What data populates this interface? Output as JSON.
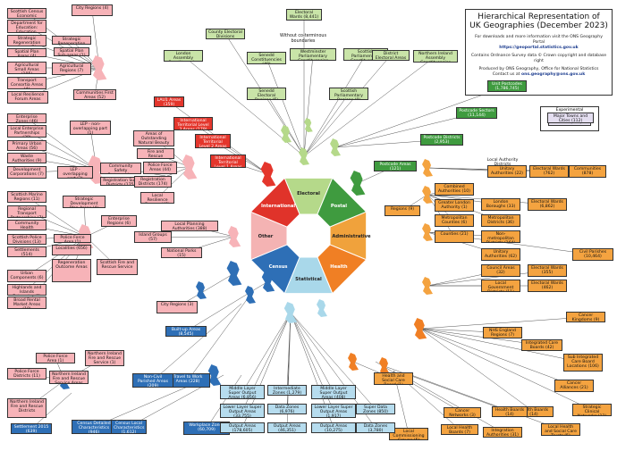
{
  "header": {
    "title_line1": "Hierarchical Representation of",
    "title_line2": "UK Geographies (December 2023)",
    "download_text": "For downloads and more information visit the ONS Geography Portal",
    "portal_link": "https://geoportal.statistics.gov.uk",
    "copyright_text": "Contains Ordnance Survey data © Crown copyright and database right",
    "producer_text": "Produced by ONS Geography, Office for National Statistics",
    "contact_prefix": "Contact us at",
    "contact_email": "ons.geography@ons.gov.uk"
  },
  "legend": {
    "label": "Experimental",
    "item": "Major Towns and Cities (112)"
  },
  "note": {
    "coterminous": "Without co-terminous boundaries"
  },
  "octagon": {
    "segments": [
      {
        "label": "Electoral",
        "color": "#b5d98a"
      },
      {
        "label": "Postal",
        "color": "#3f9b3f"
      },
      {
        "label": "Administrative",
        "color": "#f0a23c"
      },
      {
        "label": "Health",
        "color": "#f07f24"
      },
      {
        "label": "Statistical",
        "color": "#a9d8ea"
      },
      {
        "label": "Census",
        "color": "#2e6fb6"
      },
      {
        "label": "Other",
        "color": "#f4b3b3"
      },
      {
        "label": "International",
        "color": "#e0332a"
      }
    ]
  },
  "boxes": [
    {
      "text": "Scottish Census Economic Regions (3)",
      "cat": "pink"
    },
    {
      "text": "City Regions (4)",
      "cat": "pink"
    },
    {
      "text": "Department for Education: Education, Skills, Learning & Skills (9)",
      "cat": "pink"
    },
    {
      "text": "Strategic Regeneration Sub-areas (1)",
      "cat": "pink"
    },
    {
      "text": "Strategic Regeneration Areas (5)",
      "cat": "pink"
    },
    {
      "text": "Spatial Plan Sub-areas (1)",
      "cat": "pink"
    },
    {
      "text": "Spatial Plan Areas (4)",
      "cat": "pink"
    },
    {
      "text": "Agricultural Small Areas (185)",
      "cat": "pink"
    },
    {
      "text": "Agricultural Regions (7)",
      "cat": "pink"
    },
    {
      "text": "Transport Consortia Areas (4)",
      "cat": "pink"
    },
    {
      "text": "Communities First Areas (52)",
      "cat": "pink"
    },
    {
      "text": "Local Resilience Forum Areas",
      "cat": "pink"
    },
    {
      "text": "Enterprise Zones (46)",
      "cat": "pink"
    },
    {
      "text": "Local Enterprise Partnerships (38)",
      "cat": "pink"
    },
    {
      "text": "LEP - non-overlapping part (1)",
      "cat": "pink"
    },
    {
      "text": "Primary Urban Areas (56)",
      "cat": "pink"
    },
    {
      "text": "Waste Authorities (9)",
      "cat": "pink"
    },
    {
      "text": "Development Corporations (7)",
      "cat": "pink"
    },
    {
      "text": "LEP - overlapping part (2)",
      "cat": "pink"
    },
    {
      "text": "Community Safety Partnerships (308)",
      "cat": "pink"
    },
    {
      "text": "Registration Sub-Districts (175)",
      "cat": "pink"
    },
    {
      "text": "Scottish Marine Regions (11)",
      "cat": "pink"
    },
    {
      "text": "Strategic Development Plan Areas (4)",
      "cat": "pink"
    },
    {
      "text": "Regional Transport Partnerships (7)",
      "cat": "pink"
    },
    {
      "text": "Community Health Partnerships",
      "cat": "pink"
    },
    {
      "text": "Enterprise Regions (6)",
      "cat": "pink"
    },
    {
      "text": "Scottish Police Divisions (13)",
      "cat": "pink"
    },
    {
      "text": "Police Force Area (1)",
      "cat": "pink"
    },
    {
      "text": "Settlements (514)",
      "cat": "pink"
    },
    {
      "text": "Localities (656)",
      "cat": "pink"
    },
    {
      "text": "Scottish Fire and Rescue Service",
      "cat": "pink"
    },
    {
      "text": "Regeneration Outcome Areas",
      "cat": "pink"
    },
    {
      "text": "Urban Components (6)",
      "cat": "pink"
    },
    {
      "text": "Highlands and Islands Enterprise (5)",
      "cat": "pink"
    },
    {
      "text": "Broad Rental Market Areas (18)",
      "cat": "pink"
    },
    {
      "text": "Island Groups (57)",
      "cat": "pink"
    },
    {
      "text": "Local Planning Authorities (388)",
      "cat": "pink"
    },
    {
      "text": "National Parks (15)",
      "cat": "pink"
    },
    {
      "text": "City Regions (3)",
      "cat": "pink"
    },
    {
      "text": "Police Force Area (1)",
      "cat": "pink"
    },
    {
      "text": "Northern Ireland Fire and Rescue Service (1)",
      "cat": "pink"
    },
    {
      "text": "Police Force Districts (11)",
      "cat": "pink"
    },
    {
      "text": "Northern Ireland Fire and Rescue Service Areas",
      "cat": "pink"
    },
    {
      "text": "Northern Ireland Fire and Rescue Districts",
      "cat": "pink"
    },
    {
      "text": "Areas of Outstanding Natural Beauty (38)",
      "cat": "pink"
    },
    {
      "text": "Fire and Rescue Authorities (47)",
      "cat": "pink"
    },
    {
      "text": "Police Force Areas (44)",
      "cat": "pink"
    },
    {
      "text": "Registration Districts (174)",
      "cat": "pink"
    },
    {
      "text": "Local Resilience Forums (42)",
      "cat": "pink"
    },
    {
      "text": "LAU1 Areas (359)",
      "cat": "red"
    },
    {
      "text": "International Territorial Level 3 Areas (179)",
      "cat": "red"
    },
    {
      "text": "International Territorial Level 2 Areas (41)",
      "cat": "red"
    },
    {
      "text": "International Territorial Level 1 Areas (12)",
      "cat": "red"
    },
    {
      "text": "County Electoral Divisions (1,384)",
      "cat": "lightgreen"
    },
    {
      "text": "Electoral Wards (8,441)",
      "cat": "lightgreen"
    },
    {
      "text": "London Assembly Constituencies (14)",
      "cat": "lightgreen"
    },
    {
      "text": "Senedd Constituencies (40)",
      "cat": "lightgreen"
    },
    {
      "text": "Westminster Parliamentary Constituencies (650)",
      "cat": "lightgreen"
    },
    {
      "text": "Scottish Parliamentary Constituencies (73)",
      "cat": "lightgreen"
    },
    {
      "text": "District Electoral Areas (80)",
      "cat": "lightgreen"
    },
    {
      "text": "Northern Ireland Assembly Constituencies (18)",
      "cat": "lightgreen"
    },
    {
      "text": "Senedd Electoral Regions (5)",
      "cat": "lightgreen"
    },
    {
      "text": "Scottish Parliamentary Regions (8)",
      "cat": "lightgreen"
    },
    {
      "text": "Unit Postcodes (1,786,745)",
      "cat": "green"
    },
    {
      "text": "Postcode Sectors (11,144)",
      "cat": "green"
    },
    {
      "text": "Postcode Districts (2,953)",
      "cat": "green"
    },
    {
      "text": "Postcode Areas (121)",
      "cat": "green"
    },
    {
      "text": "Local Authority Districts",
      "cat": "label"
    },
    {
      "text": "Unitary Authorities (22)",
      "cat": "orange"
    },
    {
      "text": "Electoral Wards (762)",
      "cat": "orange"
    },
    {
      "text": "Communities (878)",
      "cat": "orange"
    },
    {
      "text": "Combined Authorities (10)",
      "cat": "orange"
    },
    {
      "text": "Greater London Authority (1)",
      "cat": "orange"
    },
    {
      "text": "London Boroughs (33)",
      "cat": "orange"
    },
    {
      "text": "Electoral Wards (6,862)",
      "cat": "orange"
    },
    {
      "text": "Regions (9)",
      "cat": "orange"
    },
    {
      "text": "Metropolitan Counties (6)",
      "cat": "orange"
    },
    {
      "text": "Metropolitan Districts (36)",
      "cat": "orange"
    },
    {
      "text": "Counties (21)",
      "cat": "orange"
    },
    {
      "text": "Non-metropolitan Districts (164)",
      "cat": "orange"
    },
    {
      "text": "Unitary Authorities (62)",
      "cat": "orange"
    },
    {
      "text": "Civil Parishes (10,464)",
      "cat": "orange"
    },
    {
      "text": "Council Areas (32)",
      "cat": "orange"
    },
    {
      "text": "Electoral Wards (355)",
      "cat": "orange"
    },
    {
      "text": "Local Government Districts (11)",
      "cat": "orange"
    },
    {
      "text": "Electoral Wards (462)",
      "cat": "orange"
    },
    {
      "text": "Cancer Alliances (21)",
      "cat": "orange"
    },
    {
      "text": "Health Boards (14)",
      "cat": "orange"
    },
    {
      "text": "Cancer Kingdoms (9)",
      "cat": "orange"
    },
    {
      "text": "NHS England Regions (7)",
      "cat": "orange"
    },
    {
      "text": "Integrated Care Boards (42)",
      "cat": "orange"
    },
    {
      "text": "Sub Integrated Care Board Locations (106)",
      "cat": "orange"
    },
    {
      "text": "Strategic Clinical Networks (12)",
      "cat": "orange"
    },
    {
      "text": "Health and Social Care Board (1)",
      "cat": "orange"
    },
    {
      "text": "Cancer Networks (3)",
      "cat": "orange"
    },
    {
      "text": "Health Boards (14)",
      "cat": "orange"
    },
    {
      "text": "Local Health Boards (7)",
      "cat": "orange"
    },
    {
      "text": "Local Commissioning Groups (5)",
      "cat": "orange"
    },
    {
      "text": "Integration Authorities (31)",
      "cat": "orange"
    },
    {
      "text": "Local Health and Social Care Trusts (5)",
      "cat": "orange"
    },
    {
      "text": "Built-up Areas (8,545)",
      "cat": "blue"
    },
    {
      "text": "Travel to Work Areas (228)",
      "cat": "blue"
    },
    {
      "text": "Non-Civil Parished Areas (209)",
      "cat": "blue"
    },
    {
      "text": "Census Detailed Characteristics (946)",
      "cat": "blue"
    },
    {
      "text": "Census Local Characteristics (1,612)",
      "cat": "blue"
    },
    {
      "text": "Settlement 2015 (639)",
      "cat": "blue"
    },
    {
      "text": "Workplace Zones (60,709)",
      "cat": "blue"
    },
    {
      "text": "Middle Layer Super Output Areas (6,856)",
      "cat": "lightblue"
    },
    {
      "text": "Intermediate Zones (1,279)",
      "cat": "lightblue"
    },
    {
      "text": "Middle Layer Super Output Areas (408)",
      "cat": "lightblue"
    },
    {
      "text": "Lower Layer Super Output Areas (33,755)",
      "cat": "lightblue"
    },
    {
      "text": "Data Zones (6,976)",
      "cat": "lightblue"
    },
    {
      "text": "Lower Layer Super Output Areas (1,917)",
      "cat": "lightblue"
    },
    {
      "text": "Super Data Zones (850)",
      "cat": "lightblue"
    },
    {
      "text": "Output Areas (178,605)",
      "cat": "lightblue"
    },
    {
      "text": "Output Areas (46,351)",
      "cat": "lightblue"
    },
    {
      "text": "Output Areas (10,275)",
      "cat": "lightblue"
    },
    {
      "text": "Data Zones (3,780)",
      "cat": "lightblue"
    },
    {
      "text": "Major Towns and Cities (112)",
      "cat": "purple"
    }
  ]
}
